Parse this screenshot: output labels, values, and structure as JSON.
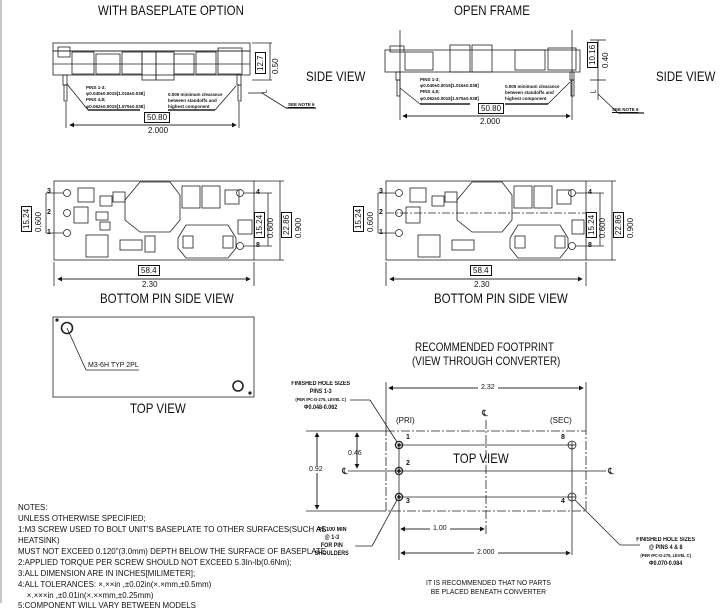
{
  "titles": {
    "baseplate": "WITH BASEPLATE OPTION",
    "open_frame": "OPEN FRAME",
    "side_view": "SIDE VIEW",
    "bottom_pin_side_view": "BOTTOM PIN SIDE VIEW",
    "top_view": "TOP VIEW",
    "footprint_line1": "RECOMMENDED FOOTPRINT",
    "footprint_line2": "(VIEW THROUGH CONVERTER)"
  },
  "side_view": {
    "pins_13_label": "PINS 1-3;",
    "pins_13_dia": "φ0.040±0.0015[1.016±0.038]",
    "pins_48_label": "PINS 4,8;",
    "pins_48_dia": "φ0.062±0.0015[1.575±0.038]",
    "clearance_1": "0.005 minimum clearance",
    "clearance_2": "between standoffs and",
    "clearance_3": "highest component",
    "see_note": "SEE NOTE 6",
    "l_label": "L",
    "pitch_mm": "50.80",
    "pitch_in": "2.000",
    "baseplate_height_mm": "12.7",
    "baseplate_height_in": "0.50",
    "openframe_height_mm": "10.16",
    "openframe_height_in": "0.40"
  },
  "bottom_view": {
    "pin_labels": [
      "3",
      "2",
      "1",
      "4",
      "8"
    ],
    "pin_spacing_mm": "15.24",
    "pin_spacing_in": "0.600",
    "width_mm": "22.86",
    "width_in": "0.900",
    "length_mm": "58.4",
    "length_in": "2.30"
  },
  "top_view": {
    "thread_callout": "M3-6H TYP 2PL"
  },
  "footprint": {
    "hole_13_title": "FINISHED HOLE SIZES",
    "hole_13_pins": "PINS 1-3",
    "hole_13_std": "(PER IPC-D-275, LEVEL C)",
    "hole_13_dia": "Φ0.048-0.062",
    "hole_48_title": "FINISHED HOLE SIZES",
    "hole_48_pins": "@ PINS 4 & 8",
    "hole_48_std": "(PER IPC-D-275, LEVEL C)",
    "hole_48_dia": "Φ0.070-0.084",
    "shoulder_1": "Φ0.100 MIN",
    "shoulder_2": "@ 1-3",
    "shoulder_3": "FOR PIN",
    "shoulder_4": "SHOULDERS",
    "overall": "2.32",
    "pitch": "2.000",
    "half_pitch": "1.00",
    "row_span": "0.92",
    "row_half": "0.46",
    "pri": "(PRI)",
    "sec": "(SEC)",
    "centerline": "℄",
    "top_view": "TOP VIEW",
    "pins": [
      "1",
      "2",
      "3",
      "8",
      "4"
    ],
    "recommend_1": "IT IS RECOMMENDED THAT NO PARTS",
    "recommend_2": "BE PLACED BENEATH CONVERTER"
  },
  "notes": {
    "header": "NOTES:",
    "lines": [
      "UNLESS OTHERWISE SPECIFIED;",
      "1:M3 SCREW USED TO BOLT UNIT'S BASEPLATE TO OTHER SURFACES(SUCH AS",
      "HEATSINK)",
      "MUST NOT EXCEED 0.120\"(3.0mm) DEPTH BELOW THE SURFACE OF BASEPLATE",
      "2:APPLIED TORQUE PER SCREW SHOULD NOT EXCEED 5.3In-lb(0.6Nm);",
      "3:ALL DIMENSION ARE IN INCHES[MILIMETER];",
      "4:ALL TOLERANCES: ×.××in ,±0.02in(×.×mm,±0.5mm)",
      "    ×.×××in ,±0.01in(×.××mm,±0.25mm)",
      "5:COMPONENT WILL VARY BETWEEN MODELS"
    ]
  }
}
